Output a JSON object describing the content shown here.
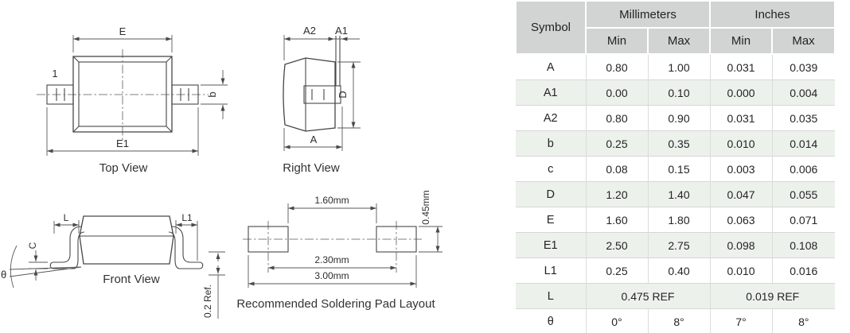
{
  "drawings": {
    "top_view": {
      "title": "Top View",
      "pin1_label": "1",
      "dim_e": "E",
      "dim_e1": "E1",
      "dim_b": "b"
    },
    "right_view": {
      "title": "Right View",
      "dim_a2": "A2",
      "dim_a1": "A1",
      "dim_d": "D",
      "dim_a": "A"
    },
    "front_view": {
      "title": "Front View",
      "dim_l": "L",
      "dim_l1": "L1",
      "dim_c": "C",
      "dim_theta": "θ",
      "dim_ref": "0.2 Ref."
    },
    "pad_layout": {
      "title": "Recommended Soldering Pad Layout",
      "dim_inner": "1.60mm",
      "dim_pitch": "2.30mm",
      "dim_overall": "3.00mm",
      "dim_pad_height": "0.45mm"
    }
  },
  "table": {
    "header": {
      "symbol": "Symbol",
      "millimeters": "Millimeters",
      "inches": "Inches",
      "min": "Min",
      "max": "Max"
    },
    "rows": [
      {
        "symbol": "A",
        "mm_min": "0.80",
        "mm_max": "1.00",
        "in_min": "0.031",
        "in_max": "0.039"
      },
      {
        "symbol": "A1",
        "mm_min": "0.00",
        "mm_max": "0.10",
        "in_min": "0.000",
        "in_max": "0.004"
      },
      {
        "symbol": "A2",
        "mm_min": "0.80",
        "mm_max": "0.90",
        "in_min": "0.031",
        "in_max": "0.035"
      },
      {
        "symbol": "b",
        "mm_min": "0.25",
        "mm_max": "0.35",
        "in_min": "0.010",
        "in_max": "0.014"
      },
      {
        "symbol": "c",
        "mm_min": "0.08",
        "mm_max": "0.15",
        "in_min": "0.003",
        "in_max": "0.006"
      },
      {
        "symbol": "D",
        "mm_min": "1.20",
        "mm_max": "1.40",
        "in_min": "0.047",
        "in_max": "0.055"
      },
      {
        "symbol": "E",
        "mm_min": "1.60",
        "mm_max": "1.80",
        "in_min": "0.063",
        "in_max": "0.071"
      },
      {
        "symbol": "E1",
        "mm_min": "2.50",
        "mm_max": "2.75",
        "in_min": "0.098",
        "in_max": "0.108"
      },
      {
        "symbol": "L1",
        "mm_min": "0.25",
        "mm_max": "0.40",
        "in_min": "0.010",
        "in_max": "0.016"
      },
      {
        "symbol": "L",
        "mm_ref": "0.475 REF",
        "in_ref": "0.019 REF"
      },
      {
        "symbol": "θ",
        "mm_min": "0°",
        "mm_max": "8°",
        "in_min": "7°",
        "in_max": "8°"
      }
    ],
    "colors": {
      "header_bg": "#d2d3d3",
      "stripe_bg": "#ecf1ec",
      "line_color": "#474747"
    }
  }
}
